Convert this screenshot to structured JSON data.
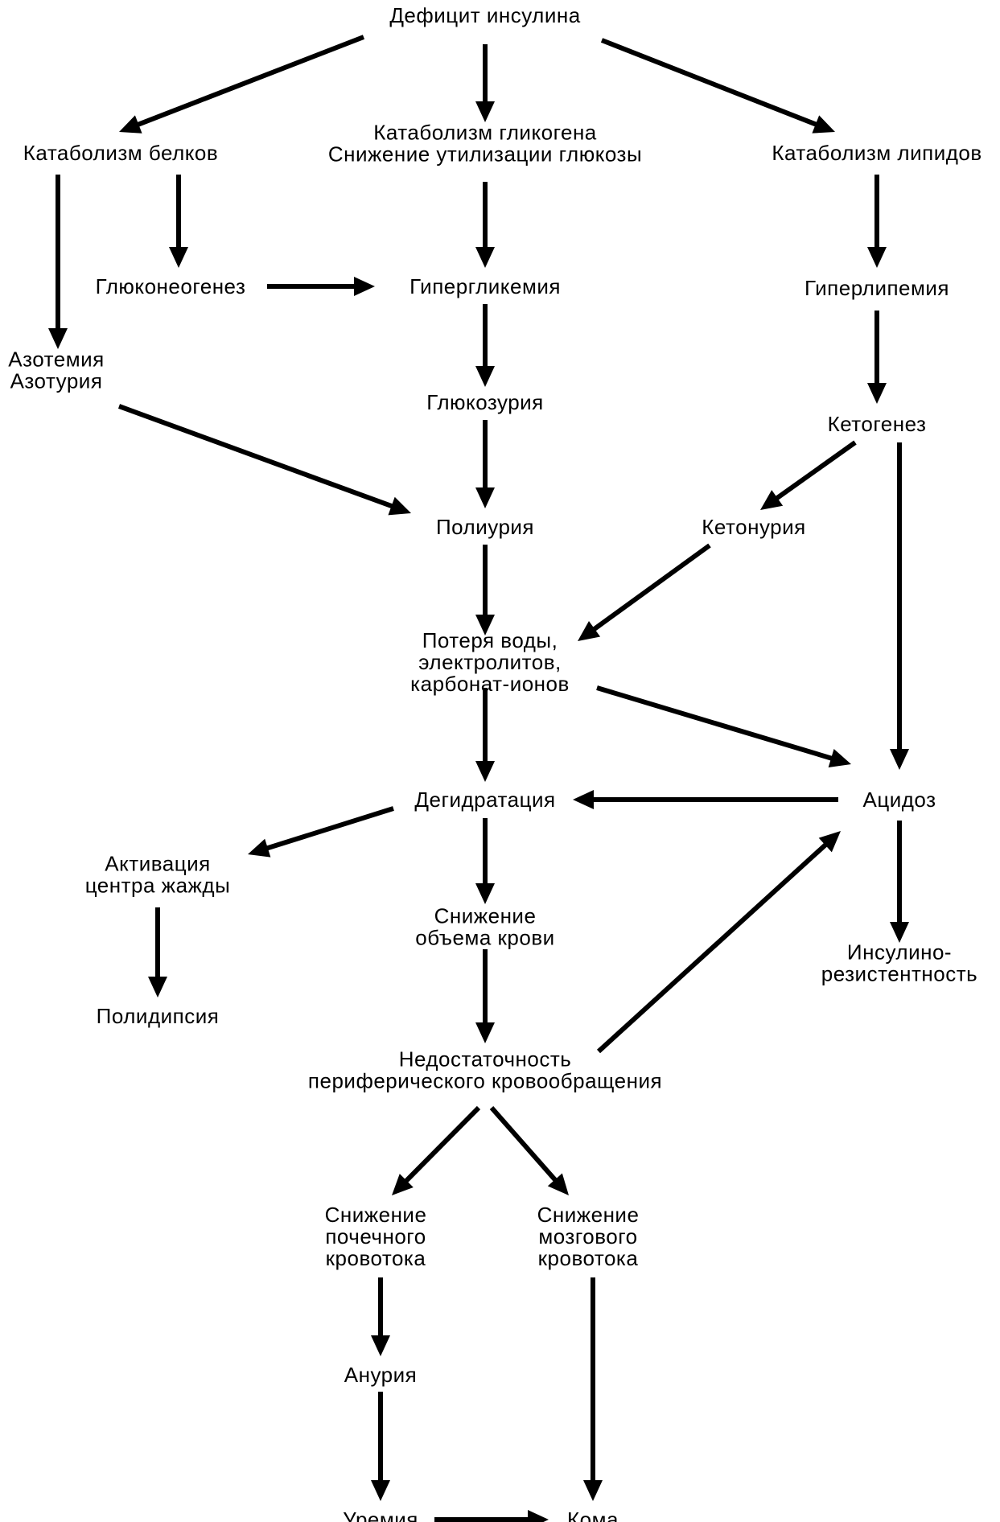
{
  "nodes": {
    "insulin_deficit": "Дефицит инсулина",
    "protein_catabolism": "Катаболизм белков",
    "glycogen_catabolism": [
      "Катаболизм гликогена",
      "Снижение утилизации глюкозы"
    ],
    "lipid_catabolism": "Катаболизм липидов",
    "gluconeogenesis": "Глюконеогенез",
    "hyperglycemia": "Гипергликемия",
    "hyperlipemia": "Гиперлипемия",
    "azotemia": [
      "Азотемия",
      "Азотурия"
    ],
    "glucosuria": "Глюкозурия",
    "ketogenesis": "Кетогенез",
    "polyuria": "Полиурия",
    "ketonuria": "Кетонурия",
    "water_loss": [
      "Потеря воды,",
      "электролитов,",
      "карбонат-ионов"
    ],
    "dehydration": "Дегидратация",
    "acidosis": "Ацидоз",
    "thirst_center": [
      "Активация",
      "центра жажды"
    ],
    "blood_volume": [
      "Снижение",
      "объема крови"
    ],
    "insulin_resistance": [
      "Инсулино-",
      "резистентность"
    ],
    "polydipsia": "Полидипсия",
    "circulation_failure": [
      "Недостаточность",
      "периферического кровообращения"
    ],
    "renal_flow": [
      "Снижение",
      "почечного",
      "кровотока"
    ],
    "cerebral_flow": [
      "Снижение",
      "мозгового",
      "кровотока"
    ],
    "anuria": "Анурия",
    "uremia": "Уремия",
    "coma": "Кома"
  }
}
